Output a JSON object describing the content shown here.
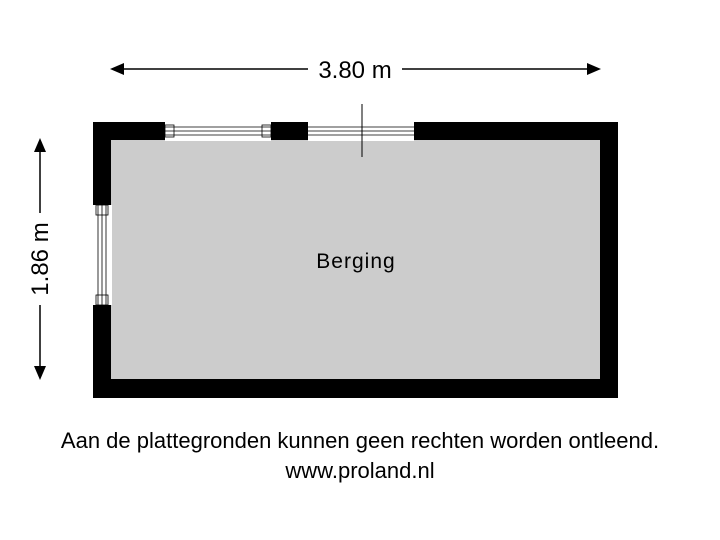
{
  "dimensions": {
    "width_label": "3.80 m",
    "height_label": "1.86 m"
  },
  "room": {
    "name": "Berging"
  },
  "footer": {
    "disclaimer": "Aan de plattegronden kunnen geen rechten worden ontleend.",
    "website": "www.proland.nl"
  },
  "colors": {
    "wall": "#000000",
    "floor": "#cccccc",
    "background": "#ffffff"
  }
}
